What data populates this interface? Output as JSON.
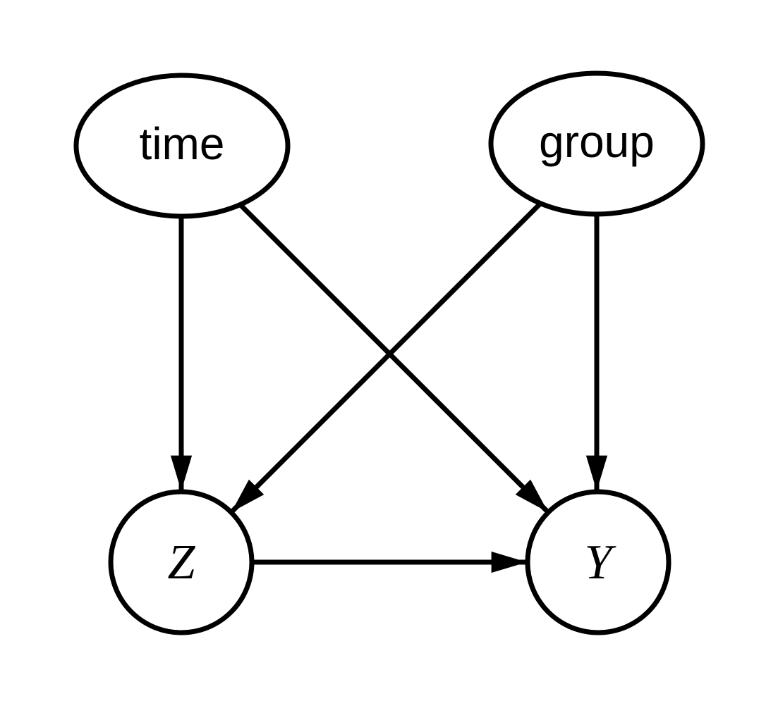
{
  "diagram": {
    "type": "directed-acyclic-graph",
    "background_color": "#ffffff",
    "stroke_color": "#000000",
    "nodes": [
      {
        "id": "time",
        "label": "time",
        "shape": "ellipse",
        "font": "sans"
      },
      {
        "id": "group",
        "label": "group",
        "shape": "ellipse",
        "font": "sans"
      },
      {
        "id": "Z",
        "label": "Z",
        "shape": "circle",
        "font": "math-italic"
      },
      {
        "id": "Y",
        "label": "Y",
        "shape": "circle",
        "font": "math-italic"
      }
    ],
    "edges": [
      {
        "from": "time",
        "to": "Z"
      },
      {
        "from": "time",
        "to": "Y"
      },
      {
        "from": "group",
        "to": "Z"
      },
      {
        "from": "group",
        "to": "Y"
      },
      {
        "from": "Z",
        "to": "Y"
      }
    ]
  }
}
